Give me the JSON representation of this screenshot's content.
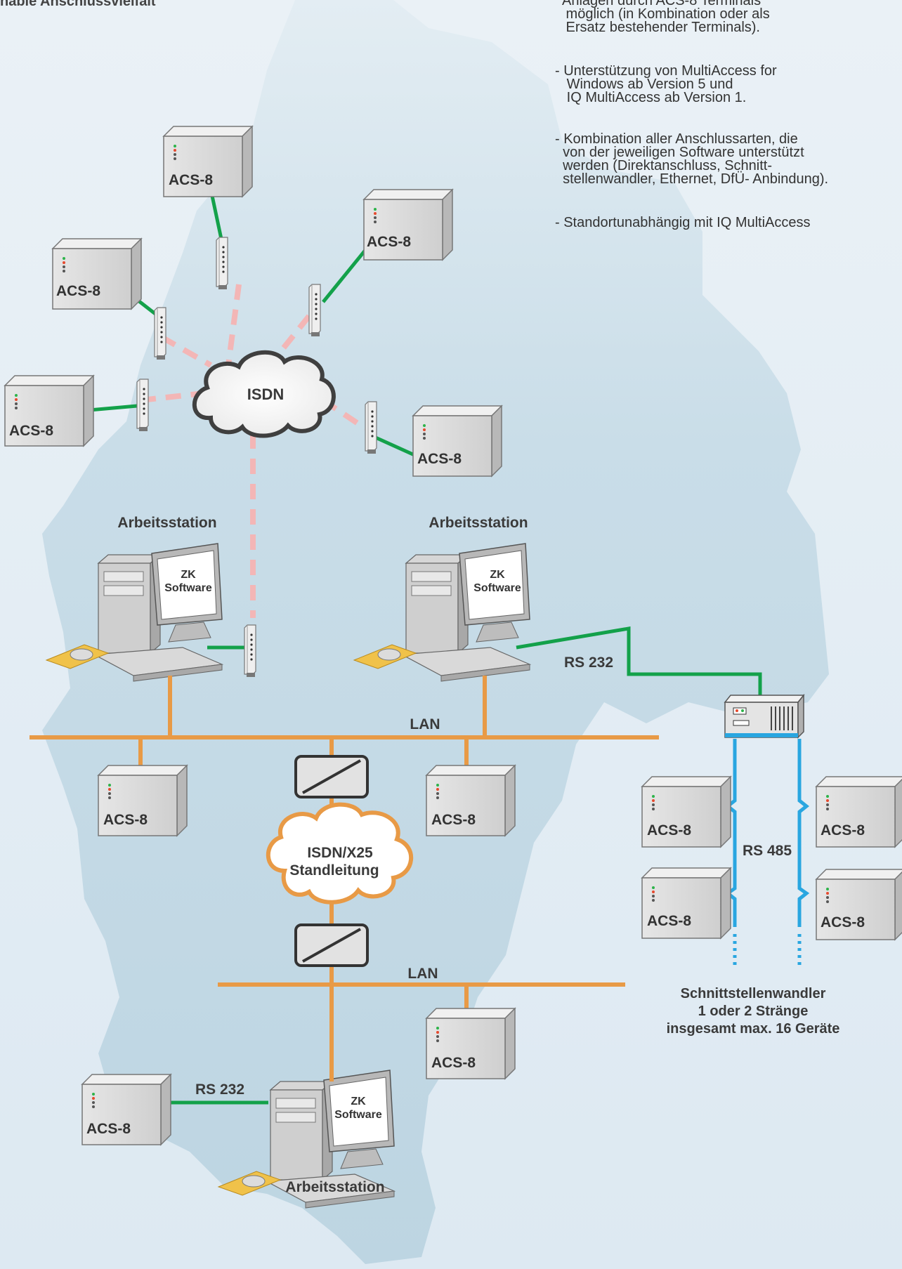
{
  "header": {
    "title_partial": "nable Anschlussvielfalt"
  },
  "notes": [
    "Anlagen durch ACS-8 Terminals\n möglich (in Kombination oder als\n Ersatz bestehender Terminals).",
    "- Unterstützung von MultiAccess for\n   Windows ab Version 5 und\n   IQ MultiAccess ab Version 1.",
    "- Kombination aller Anschlussarten, die\n  von der jeweiligen Software unterstützt\n  werden (Direktanschluss, Schnitt-\n  stellenwandler, Ethernet, DfÜ- Anbindung).",
    "- Standortunabhängig mit IQ MultiAccess"
  ],
  "labels": {
    "terminal": "ACS-8",
    "isdn": "ISDN",
    "isdn_x25_line1": "ISDN/X25",
    "isdn_x25_line2": "Standleitung",
    "workstation": "Arbeitsstation",
    "screen_line1": "ZK",
    "screen_line2": "Software",
    "lan": "LAN",
    "rs232": "RS 232",
    "rs485": "RS 485",
    "converter_line1": "Schnittstellenwandler",
    "converter_line2": "1 oder 2 Stränge",
    "converter_line3": "insgesamt max. 16 Geräte"
  },
  "colors": {
    "map_fill": "#c6dce6",
    "green_link": "#13a14a",
    "isdn_dash": "#f3b6b6",
    "lan_orange": "#e89a46",
    "rs485_blue": "#29a6e0",
    "box_fill": "#dcdcdc"
  }
}
